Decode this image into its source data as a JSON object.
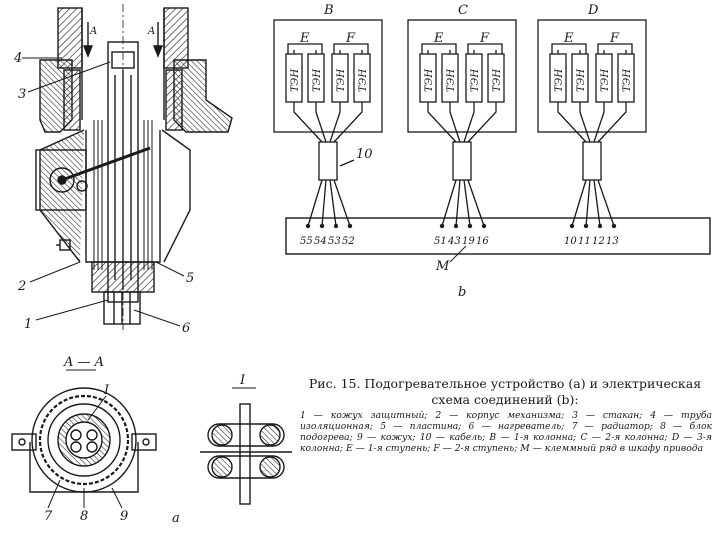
{
  "caption": {
    "title": "Рис. 15. Подогревательное устройство (a) и электрическая схема соединений (b):",
    "legend": "1 — кожух защитный; 2 — корпус механизма; 3 — стакан; 4 — труба изоляционная; 5 — пластина; 6 — нагреватель; 7 — радиатор; 8 — блок подогрева; 9 — кожух; 10 — кабель; В — 1-я колонна; С — 2-я колонна; D — 3-я колонна; Е — 1-я ступень; F — 2-я ступень; М — клеммный ряд в шкафу привода"
  },
  "drawing_a": {
    "labels": [
      "4",
      "3",
      "2",
      "1",
      "5",
      "6"
    ],
    "flow_marks": [
      "A",
      "A"
    ],
    "section_title": "A — A",
    "detail_title": "I",
    "detail_marker": "I",
    "section_labels": [
      "7",
      "8",
      "9"
    ],
    "panel_letter": "a"
  },
  "drawing_b": {
    "columns": [
      {
        "name": "B",
        "stages": [
          "E",
          "F"
        ],
        "heaters": [
          "ТЭН",
          "ТЭН",
          "ТЭН",
          "ТЭН"
        ],
        "terminals": [
          "55",
          "54",
          "53",
          "52"
        ]
      },
      {
        "name": "C",
        "stages": [
          "E",
          "F"
        ],
        "heaters": [
          "ТЭН",
          "ТЭН",
          "ТЭН",
          "ТЭН"
        ],
        "terminals": [
          "51",
          "43",
          "19",
          "16"
        ]
      },
      {
        "name": "D",
        "stages": [
          "E",
          "F"
        ],
        "heaters": [
          "ТЭН",
          "ТЭН",
          "ТЭН",
          "ТЭН"
        ],
        "terminals": [
          "10",
          "11",
          "12",
          "13"
        ]
      }
    ],
    "cable_label": "10",
    "terminal_row_label": "M",
    "panel_letter": "b"
  }
}
